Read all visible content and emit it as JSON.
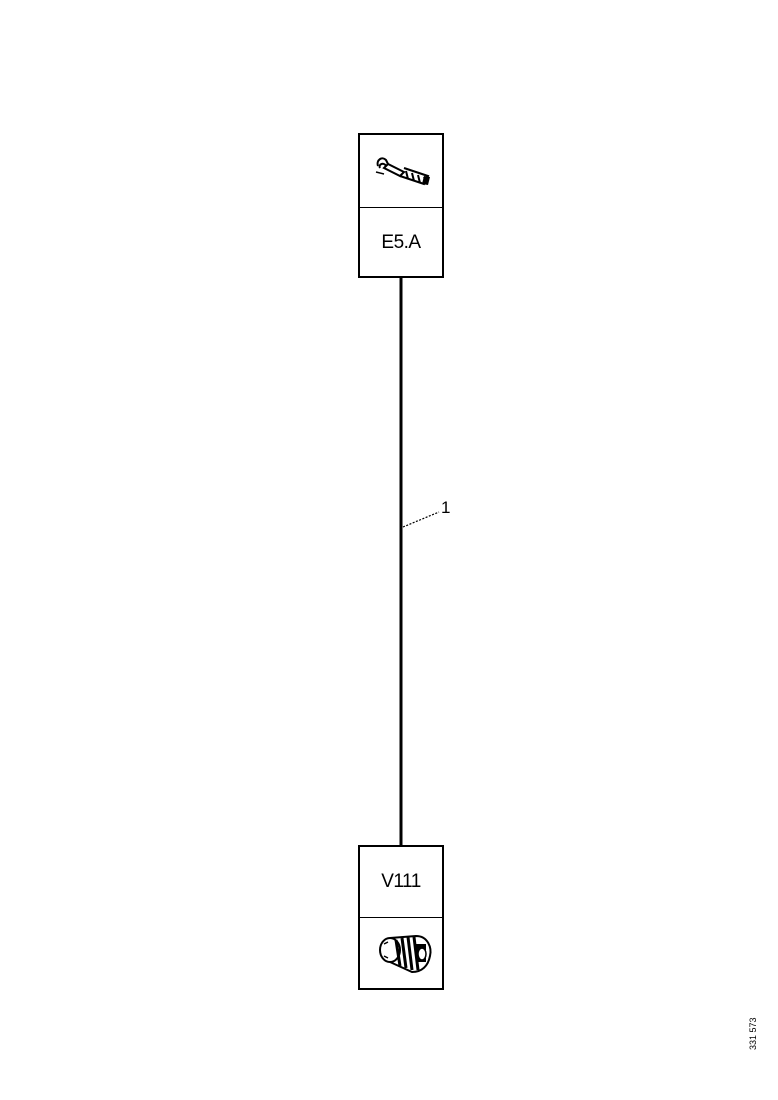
{
  "diagram": {
    "top_connector": {
      "label": "E5.A",
      "icon": "terminal-pin-icon"
    },
    "bottom_connector": {
      "label": "V111",
      "icon": "round-connector-plug-icon"
    },
    "wire": {
      "callout": "1"
    },
    "figure_code": "331 573"
  }
}
